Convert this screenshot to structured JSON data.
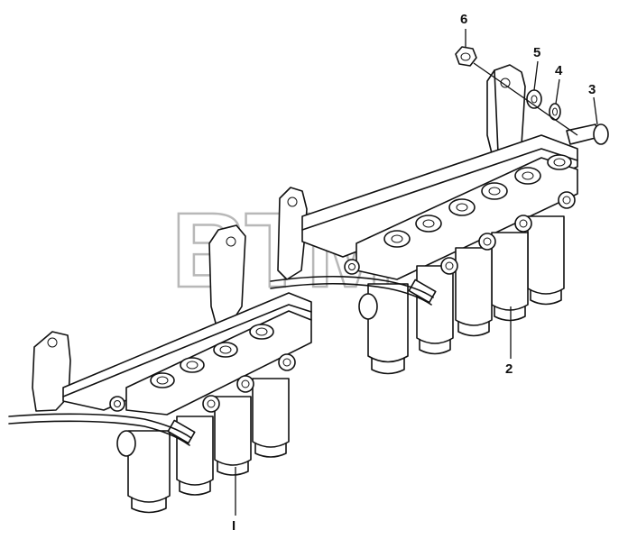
{
  "watermark": "BTM",
  "callouts": [
    {
      "id": "label-6",
      "text": "6"
    },
    {
      "id": "label-5",
      "text": "5"
    },
    {
      "id": "label-4",
      "text": "4"
    },
    {
      "id": "label-3",
      "text": "3"
    },
    {
      "id": "label-2",
      "text": "2"
    },
    {
      "id": "label-1",
      "text": "I"
    }
  ]
}
